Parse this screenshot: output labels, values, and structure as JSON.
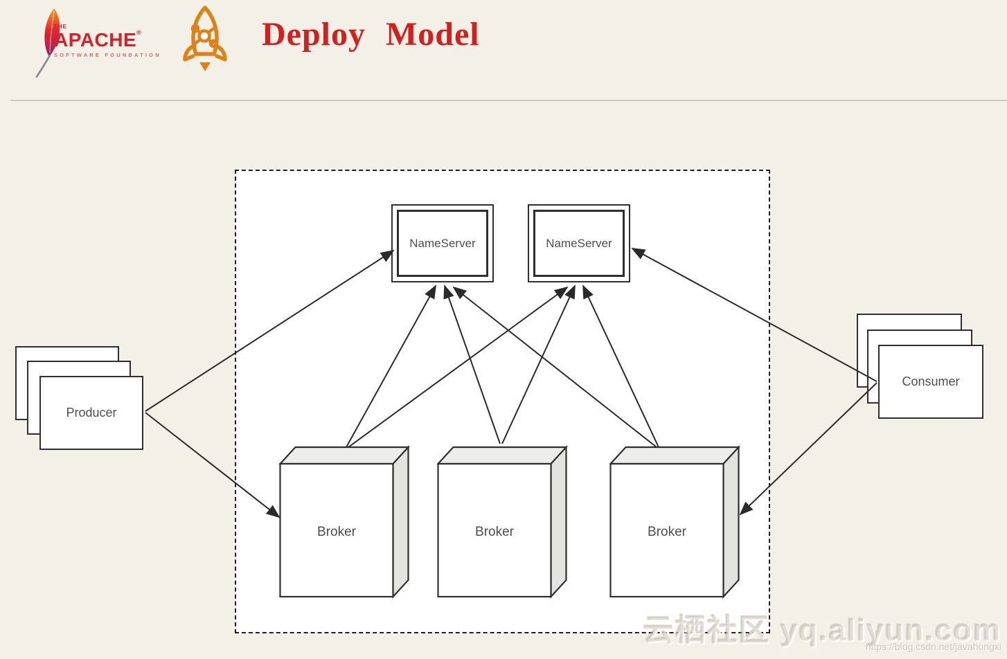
{
  "header": {
    "apache_logo": {
      "the": "THE",
      "name": "APACHE",
      "registered": "®",
      "subtitle": "SOFTWARE FOUNDATION"
    },
    "title": "Deploy Model"
  },
  "colors": {
    "background": "#f3f0e7",
    "cluster_fill": "#ffffff",
    "line": "#2a2a2a",
    "title_red": "#d41f1f",
    "apache_red": "#d2232a",
    "rocket_orange": "#e08118"
  },
  "diagram": {
    "nodes": {
      "nameserver1": {
        "label": "NameServer"
      },
      "nameserver2": {
        "label": "NameServer"
      },
      "broker1": {
        "label": "Broker"
      },
      "broker2": {
        "label": "Broker"
      },
      "broker3": {
        "label": "Broker"
      },
      "producer": {
        "label": "Producer"
      },
      "consumer": {
        "label": "Consumer"
      }
    },
    "edges": [
      {
        "from": "producer",
        "to": "nameserver1"
      },
      {
        "from": "producer",
        "to": "broker1"
      },
      {
        "from": "broker1",
        "to": "nameserver1"
      },
      {
        "from": "broker1",
        "to": "nameserver2"
      },
      {
        "from": "broker2",
        "to": "nameserver1"
      },
      {
        "from": "broker2",
        "to": "nameserver2"
      },
      {
        "from": "broker3",
        "to": "nameserver1"
      },
      {
        "from": "broker3",
        "to": "nameserver2"
      },
      {
        "from": "consumer",
        "to": "nameserver2"
      },
      {
        "from": "consumer",
        "to": "broker3"
      }
    ]
  },
  "watermark": {
    "site": "云栖社区 yq.aliyun.com",
    "url": "https://blog.csdn.net/javahongxi"
  }
}
